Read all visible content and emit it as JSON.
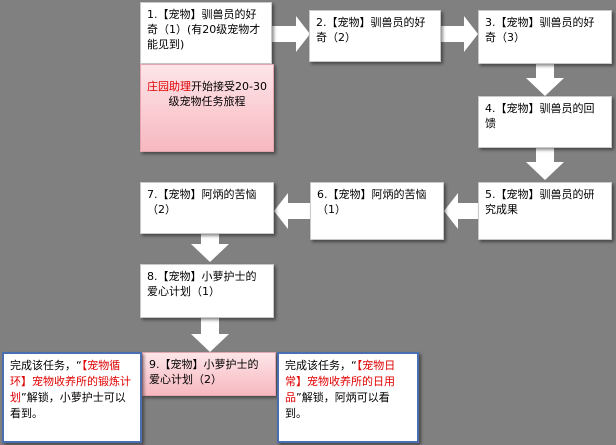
{
  "colors": {
    "background": "#808080",
    "arrow": "#ffffff",
    "highlight_text": "#e00000",
    "pink_box": "#f9c6cd",
    "note_border": "#4a6fb0"
  },
  "nodes": {
    "n1": "1.【宠物】驯兽员的好奇（1）(有20级宠物才能见到)",
    "n2": "2.【宠物】驯兽员的好奇（2）",
    "n3": "3.【宠物】驯兽员的好奇（3）",
    "n4": "4.【宠物】驯兽员的回馈",
    "n5": "5.【宠物】驯兽员的研究成果",
    "n6": "6.【宠物】阿炳的苦恼（1）",
    "n7": "7.【宠物】阿炳的苦恼（2）",
    "n8": "8.【宠物】小萝护士的爱心计划（1）",
    "n9": "9.【宠物】小萝护士的爱心计划（2）"
  },
  "assistant_note": {
    "highlight": "庄园助理",
    "text": "开始接受20-30级宠物任务旅程"
  },
  "left_note": {
    "p1": "完成该任务，“",
    "red": "【宠物循环】宠物收养所的锻炼计划",
    "p2": "”解锁，小萝护士可以看到。"
  },
  "right_note": {
    "p1": "完成该任务，“",
    "red": "【宠物日常】宠物收养所的日用品",
    "p2": "”解锁，阿炳可以看到。"
  }
}
